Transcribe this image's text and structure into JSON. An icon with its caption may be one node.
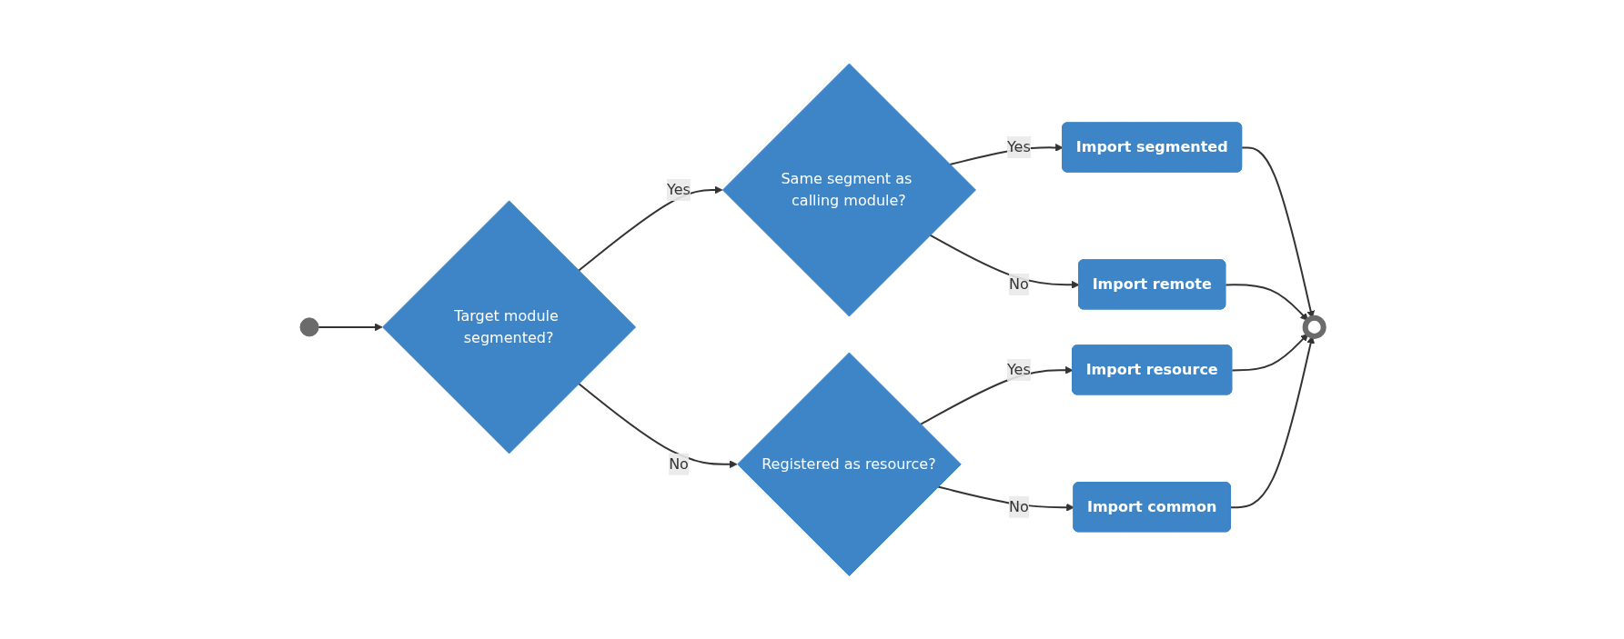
{
  "diagram": {
    "nodes": [
      {
        "text": [],
        "shape": "circle"
      },
      {
        "text": [
          "Target module segmented?"
        ]
      },
      {
        "text": [
          "Same segment as calling module?"
        ]
      },
      {
        "text": [
          "Registered as resource?"
        ]
      },
      {
        "text": [
          "Import segmented"
        ]
      },
      {
        "text": [
          "Import remote"
        ]
      },
      {
        "text": [
          "Import resource"
        ]
      },
      {
        "text": [
          "Import common"
        ]
      },
      {
        "text": [],
        "shape": "circle"
      }
    ],
    "edges": [
      {
        "from": 0,
        "to": 1,
        "arrow": "to"
      },
      {
        "from": 1,
        "to": 2,
        "label": "Yes",
        "arrow": "to"
      },
      {
        "from": 1,
        "to": 3,
        "label": "No",
        "arrow": "to"
      },
      {
        "from": 2,
        "to": 4,
        "label": "Yes",
        "arrow": "to"
      },
      {
        "from": 2,
        "to": 5,
        "label": "No",
        "arrow": "to"
      },
      {
        "from": 3,
        "to": 6,
        "label": "Yes",
        "arrow": "to"
      },
      {
        "from": 3,
        "to": 7,
        "label": "No",
        "arrow": "to"
      },
      {
        "from": 4,
        "to": 8,
        "arrow": "to"
      },
      {
        "from": 5,
        "to": 8,
        "arrow": "to"
      },
      {
        "from": 6,
        "to": 8,
        "arrow": "to"
      },
      {
        "from": 7,
        "to": 8,
        "arrow": "to"
      }
    ]
  }
}
